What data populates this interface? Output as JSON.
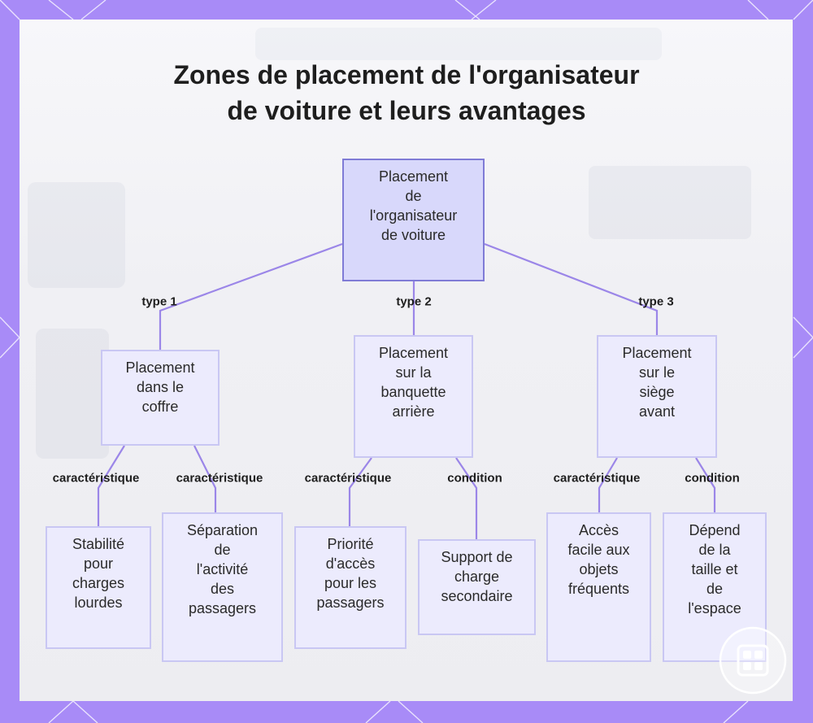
{
  "title_lines": [
    "Zones de placement de l'organisateur",
    "de voiture et leurs avantages"
  ],
  "nodes": {
    "root": [
      "Placement",
      "de",
      "l'organisateur",
      "de voiture"
    ],
    "trunk": [
      "Placement",
      "dans le",
      "coffre"
    ],
    "rear_seat": [
      "Placement",
      "sur la",
      "banquette",
      "arrière"
    ],
    "front_seat": [
      "Placement",
      "sur le",
      "siège",
      "avant"
    ],
    "stability": [
      "Stabilité",
      "pour",
      "charges",
      "lourdes"
    ],
    "separation": [
      "Séparation",
      "de",
      "l'activité",
      "des",
      "passagers"
    ],
    "priority": [
      "Priorité",
      "d'accès",
      "pour les",
      "passagers"
    ],
    "support": [
      "Support de",
      "charge",
      "secondaire"
    ],
    "easy_access": [
      "Accès",
      "facile aux",
      "objets",
      "fréquents"
    ],
    "depends": [
      "Dépend",
      "de la",
      "taille et",
      "de",
      "l'espace"
    ]
  },
  "edge_labels": {
    "type1": "type 1",
    "type2": "type 2",
    "type3": "type 3",
    "trunk_char_1": "caractéristique",
    "trunk_char_2": "caractéristique",
    "rear_char": "caractéristique",
    "rear_cond": "condition",
    "front_char": "caractéristique",
    "front_cond": "condition"
  },
  "colors": {
    "background": "#a88bf7",
    "node_fill": "#ecebfd",
    "root_fill": "#d8d8fb",
    "edge": "#9b86e8"
  }
}
